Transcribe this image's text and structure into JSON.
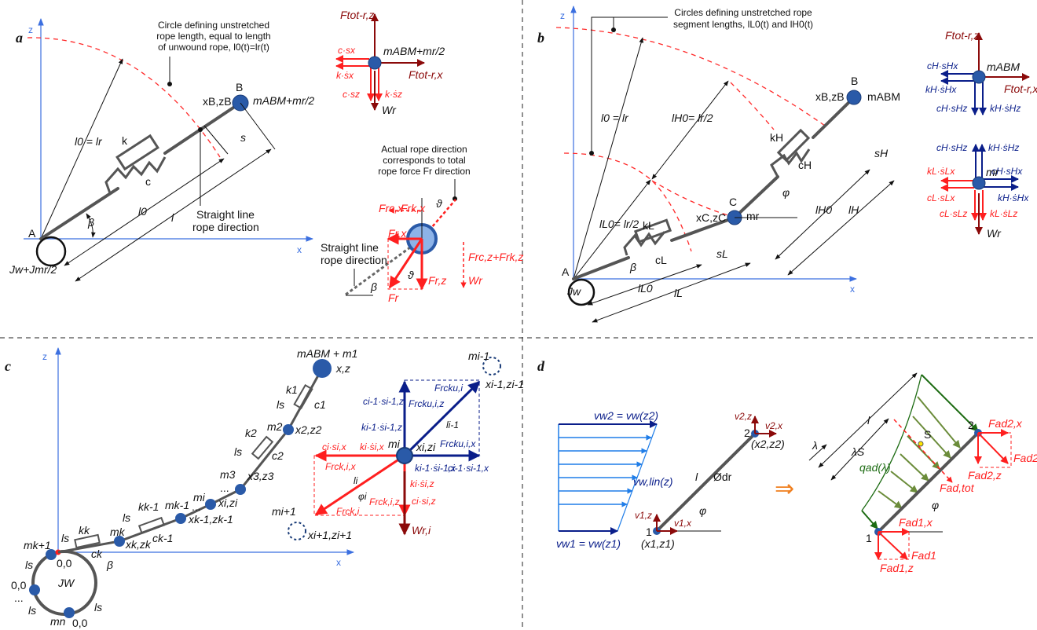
{
  "figure": {
    "description": "Rope-mass-spring-damper models of an aerial boom / rope system with four panels a-d",
    "panels": [
      "a",
      "b",
      "c",
      "d"
    ],
    "axis_labels": {
      "x": "x",
      "z": "z"
    },
    "colors": {
      "axis": "#3b6fe0",
      "rope": "#555555",
      "mass": "#2a5aa8",
      "force_red": "#ff1f1f",
      "force_dark_red": "#8b0a0a",
      "force_blue": "#0a1e8a",
      "wind_blue": "#1f7de8",
      "load_green": "#6b8c3a",
      "circle_dash": "#ff2a2a",
      "implies_arrow": "#f08020"
    }
  },
  "panel_a": {
    "label": "a",
    "callout": [
      "Circle defining unstretched",
      "rope length, equal to length",
      "of unwound rope, l0(t)=lr(t)"
    ],
    "radius_label": "l0 = lr",
    "point_a": "A",
    "point_b": "B",
    "coords_b": "xB,zB",
    "mass_b": "mABM+mr/2",
    "damper": "k",
    "spring": "c",
    "stretch": "s",
    "length_unstretched": "l0",
    "length": "l",
    "angle": "β",
    "straight_line": [
      "Straight line",
      "rope direction"
    ],
    "winch_inertia": "Jw+Jmr/2",
    "fbd": {
      "mass": "mABM+mr/2",
      "f_tot_z": "Ftot-r,z",
      "f_tot_x": "Ftot-r,x",
      "c_sx": "c·sx",
      "k_sx": "k·ṡx",
      "c_sz": "c·sz",
      "k_sz": "k·ṡz",
      "weight": "Wr"
    },
    "direction_detail": {
      "callout": [
        "Actual rope direction",
        "corresponds to total",
        "rope force Fr direction"
      ],
      "f_rcx": "Frc,x",
      "f_rkx": "Frk,x",
      "f_rx": "Fr,x",
      "f_rz": "Fr,z",
      "f_r": "Fr",
      "f_rcz_rkz": "Frc,z+Frk,z",
      "weight": "Wr",
      "theta": "ϑ",
      "beta": "β",
      "straight_line": [
        "Straight line",
        "rope direction"
      ]
    }
  },
  "panel_b": {
    "label": "b",
    "callout": [
      "Circles defining unstretched rope",
      "segment lengths, lL0(t) and lH0(t)"
    ],
    "radius_outer": "l0 = lr",
    "radius_h": "lH0= lr/2",
    "radius_l": "lL0= lr/2",
    "point_a": "A",
    "point_b": "B",
    "point_c": "C",
    "coords_b": "xB,zB",
    "coords_c": "xC,zC",
    "mass_b": "mABM",
    "mass_c": "mr",
    "k_h": "kH",
    "c_h": "cH",
    "k_l": "kL",
    "c_l": "cL",
    "s_h": "sH",
    "s_l": "sL",
    "l_h0": "lH0",
    "l_h": "lH",
    "l_l0": "lL0",
    "l_l": "lL",
    "phi": "φ",
    "beta": "β",
    "winch": "Jw",
    "fbd_top": {
      "mass": "mABM",
      "f_tot_z": "Ftot-r,z",
      "f_tot_x": "Ftot-r,x",
      "c_sx": "cH·sHx",
      "k_sx": "kH·ṡHx",
      "c_sz": "cH·sHz",
      "k_sz": "kH·ṡHz"
    },
    "fbd_bottom": {
      "mass": "mr",
      "ch_shz": "cH·sHz",
      "kh_shz": "kH·ṡHz",
      "ch_shx": "cH·sHx",
      "kh_shx": "kH·ṡHx",
      "kl_slx": "kL·ṡLx",
      "cl_slx": "cL·sLx",
      "cl_slz": "cL·sLz",
      "kl_slz": "kL·ṡLz",
      "weight": "Wr"
    }
  },
  "panel_c": {
    "label": "c",
    "top_mass": "mABM + m1",
    "top_coords": "x,z",
    "k1": "k1",
    "c1": "c1",
    "ls": "ls",
    "m2": "m2",
    "x2": "x2,z2",
    "k2": "k2",
    "c2": "c2",
    "m3": "m3",
    "x3": "x3,z3",
    "mi": "mi",
    "xi": "xi,zi",
    "mk1": "mk-1",
    "xk1": "xk-1,zk-1",
    "kk1": "kk-1",
    "ck1": "ck-1",
    "mk": "mk",
    "xk": "xk,zk",
    "kk": "kk",
    "ck": "ck",
    "mk_plus": "mk+1",
    "origin": "0,0",
    "mn": "mn",
    "winch": "JW",
    "beta": "β",
    "ellipsis": "...",
    "fbd": {
      "m_prev": "mi-1",
      "x_prev": "xi-1,zi-1",
      "m_next": "mi+1",
      "x_next": "xi+1,zi+1",
      "m_i": "mi",
      "x_i": "xi,zi",
      "f_rcku": "Frcku,i",
      "f_rcku_z": "Frcku,i,z",
      "f_rcku_x": "Frcku,i,x",
      "l_prev": "li-1",
      "l_i": "li",
      "phi_i": "φi",
      "c_prev_z": "ci-1·si-1,z",
      "k_prev_z": "ki-1·ṡi-1,z",
      "k_prev_x": "ki-1·ṡi-1,x",
      "c_prev_x": "ci-1·si-1,x",
      "c_i_x": "ci·si,x",
      "k_i_x": "ki·ṡi,x",
      "k_i_z": "ki·ṡi,z",
      "c_i_z": "ci·si,z",
      "f_rck_x": "Frck,i,x",
      "f_rck_z": "Frck,i,z",
      "f_rck": "Frck,i",
      "weight": "Wr,i"
    }
  },
  "panel_d": {
    "label": "d",
    "vw2": "vw2 = vw(z2)",
    "vw1": "vw1 = vw(z1)",
    "vwlin": "vw,lin(z)",
    "node1": "1",
    "node2": "2",
    "p1": "(x1,z1)",
    "p2": "(x2,z2)",
    "v1z": "v1,z",
    "v1x": "v1,x",
    "v2z": "v2,z",
    "v2x": "v2,x",
    "length": "l",
    "diameter": "Ødr",
    "phi": "φ",
    "implies": "⇒",
    "lambda": "λ",
    "lambda_s": "λS",
    "load": "qad(λ)",
    "centroid": "S",
    "f_tot": "Fad,tot",
    "f2x": "Fad2,x",
    "f2z": "Fad2,z",
    "f2": "Fad2",
    "f1x": "Fad1,x",
    "f1z": "Fad1,z",
    "f1": "Fad1"
  }
}
